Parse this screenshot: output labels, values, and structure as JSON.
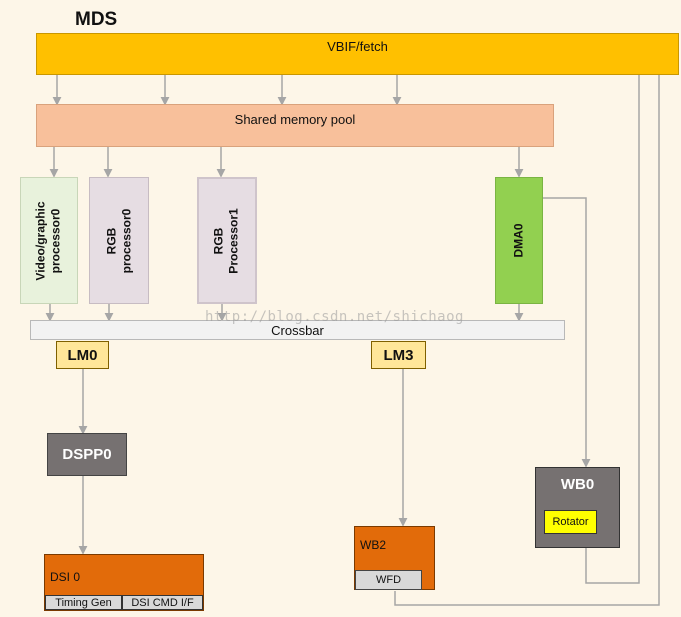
{
  "title": "MDS",
  "blocks": {
    "vbif": "VBIF/fetch",
    "smp": "Shared memory pool",
    "vig": [
      "Video/graphic",
      "processor0"
    ],
    "rgb0": [
      "RGB",
      "processor0"
    ],
    "rgb1": [
      "RGB",
      "Processor1"
    ],
    "dma": "DMA0",
    "crossbar": "Crossbar",
    "lm0": "LM0",
    "lm3": "LM3",
    "dspp": "DSPP0",
    "dsi": "DSI 0",
    "timing": "Timing Gen",
    "dsicmd": "DSI CMD I/F",
    "wb2": "WB2",
    "wfd": "WFD",
    "wb0": "WB0",
    "rotator": "Rotator"
  },
  "watermark": "http://blog.csdn.net/shichaog",
  "colors": {
    "vbif": "#ffc000",
    "smp": "#f8c09b",
    "vig": "#e8f2dc",
    "rgb": "#e6dde3",
    "dma": "#92d050",
    "crossbar": "#f2f2f2",
    "lm": "#ffe699",
    "gray_block": "#767171",
    "orange_block": "#e26b0a",
    "rotator": "#ffff00",
    "wire": "#a6a6a6"
  }
}
